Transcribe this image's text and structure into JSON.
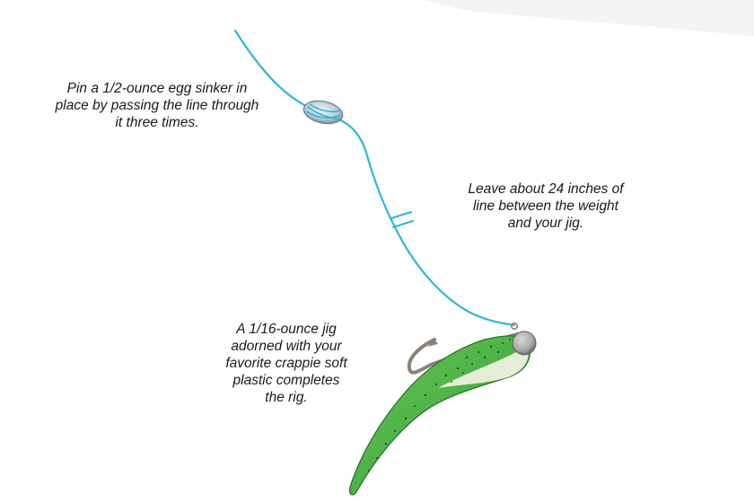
{
  "callouts": {
    "sinker": {
      "lines": [
        "Pin a 1/2-ounce egg sinker in",
        "place by passing the line through",
        "it three times."
      ]
    },
    "leader": {
      "lines": [
        "Leave about 24 inches of",
        "line between the weight",
        "and your jig."
      ]
    },
    "jig": {
      "lines": [
        "A 1/16-ounce jig",
        "adorned with your",
        "favorite crappie soft",
        "plastic completes",
        "the rig."
      ]
    }
  },
  "colors": {
    "background": "#ffffff",
    "fishing_line": "#2fb6d6",
    "sinker": "#b9c9d3",
    "jig_head": "#a9a9a6",
    "hook": "#8a8278",
    "plastic_green": "#3fae3c",
    "plastic_belly": "#eef0df",
    "text": "#1a1a1a"
  }
}
